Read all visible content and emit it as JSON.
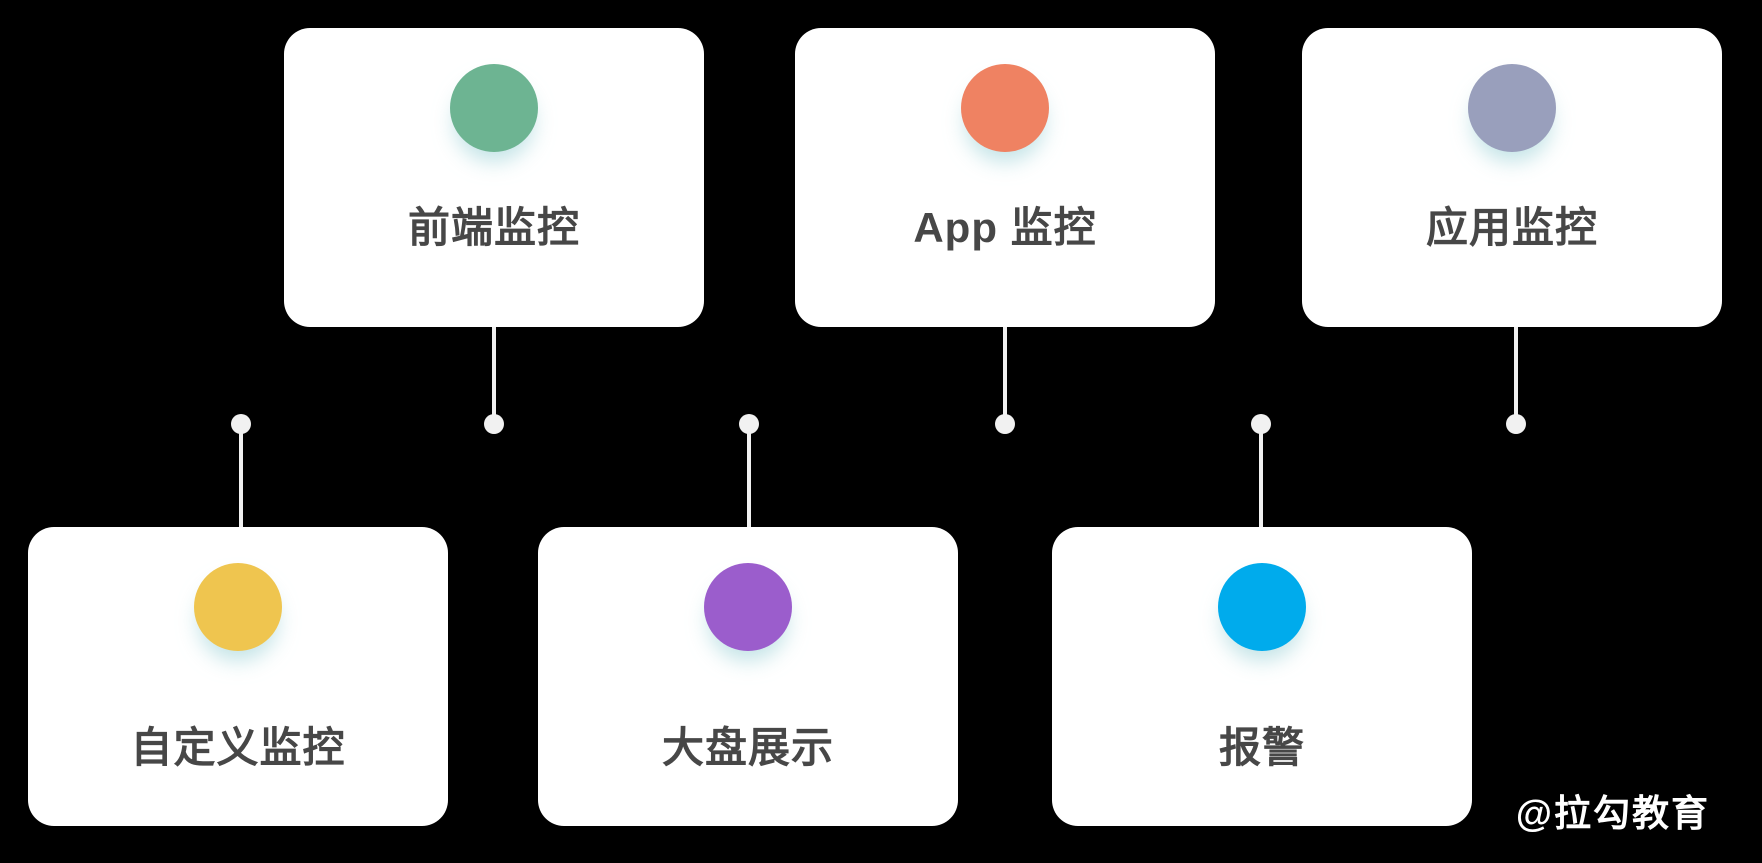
{
  "page": {
    "background": "#000000",
    "card_color": "#ffffff",
    "label_color": "#474747",
    "connector_color": "#f1f1f1"
  },
  "diagram": {
    "nodes": [
      {
        "label": "前端监控",
        "circle_color": "#6db492",
        "row": "top"
      },
      {
        "label": "App 监控",
        "circle_color": "#ef8262",
        "row": "top"
      },
      {
        "label": "应用监控",
        "circle_color": "#999fbc",
        "row": "top"
      },
      {
        "label": "自定义监控",
        "circle_color": "#efc54f",
        "row": "bottom"
      },
      {
        "label": "大盘展示",
        "circle_color": "#9b5dcc",
        "row": "bottom"
      },
      {
        "label": "报警",
        "circle_color": "#00abec",
        "row": "bottom"
      }
    ]
  },
  "watermark": {
    "text": "@拉勾教育",
    "color": "#ffffff"
  }
}
